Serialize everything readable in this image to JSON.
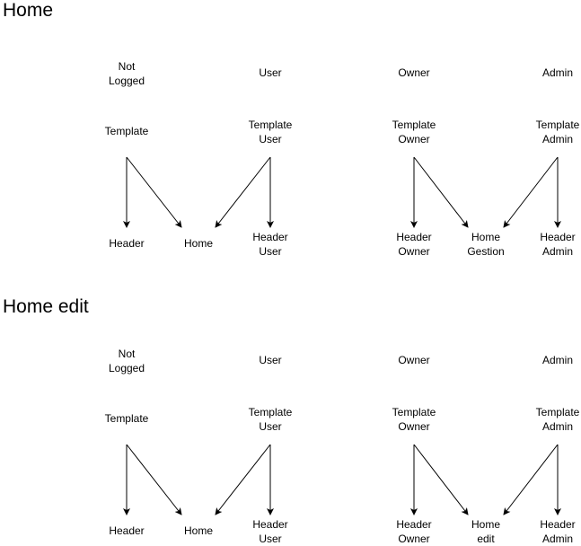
{
  "sections": [
    {
      "title": "Home",
      "roles": [
        "Not\nLogged",
        "User",
        "Owner",
        "Admin"
      ],
      "templates": [
        "Template",
        "Template\nUser",
        "Template\nOwner",
        "Template\nAdmin"
      ],
      "targets": [
        "Header",
        "Home",
        "Header\nUser",
        "Header\nOwner",
        "Home\nGestion",
        "Header\nAdmin"
      ]
    },
    {
      "title": "Home edit",
      "roles": [
        "Not\nLogged",
        "User",
        "Owner",
        "Admin"
      ],
      "templates": [
        "Template",
        "Template\nUser",
        "Template\nOwner",
        "Template\nAdmin"
      ],
      "targets": [
        "Header",
        "Home",
        "Header\nUser",
        "Header\nOwner",
        "Home\nedit",
        "Header\nAdmin"
      ]
    }
  ]
}
